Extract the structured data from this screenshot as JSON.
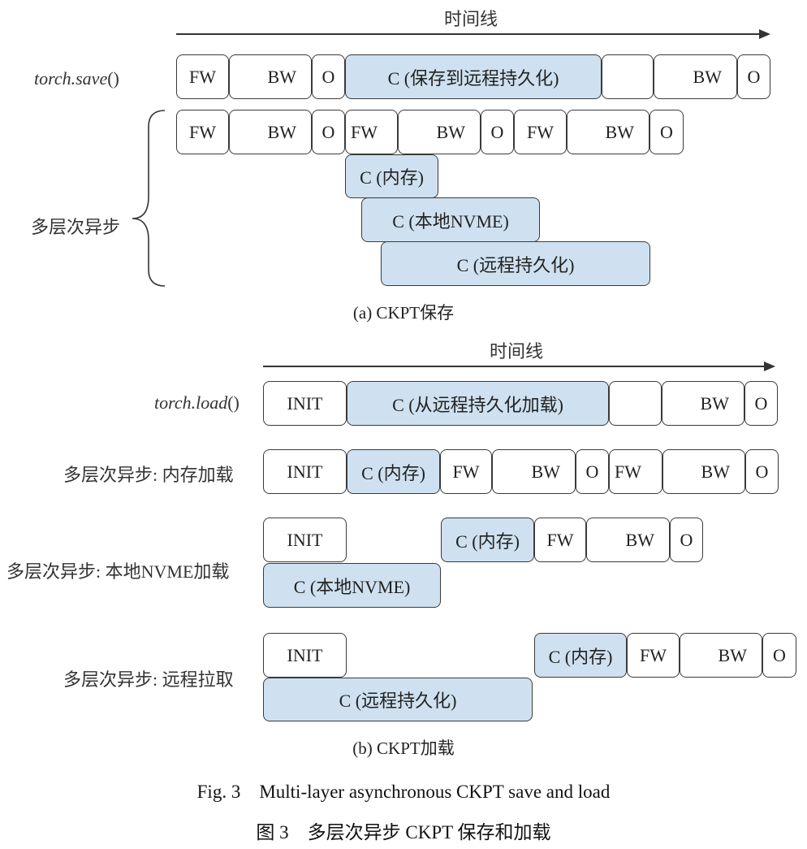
{
  "timeline_label": "时间线",
  "save": {
    "subcaption": "(a)  CKPT保存",
    "row1_label_italic": "torch.save",
    "row1_label_suffix": "()",
    "row2_label": "多层次异步",
    "row1": [
      "FW",
      "BW",
      "O",
      "C (保存到远程持久化)",
      "",
      "BW",
      "O"
    ],
    "row2": [
      "FW",
      "BW",
      "O",
      "FW",
      "BW",
      "O",
      "FW",
      "BW",
      "O"
    ],
    "tiers": [
      "C (内存)",
      "C (本地NVME)",
      "C (远程持久化)"
    ]
  },
  "load": {
    "subcaption": "(b)  CKPT加载",
    "row1_label_italic": "torch.load",
    "row1_label_suffix": "()",
    "row1": [
      "INIT",
      "C (从远程持久化加载)",
      "",
      "BW",
      "O"
    ],
    "row2_label": "多层次异步: 内存加载",
    "row2": [
      "INIT",
      "C (内存)",
      "FW",
      "BW",
      "O",
      "FW",
      "BW",
      "O"
    ],
    "row3_label": "多层次异步: 本地NVME加载",
    "row3_top": [
      "INIT",
      "C (内存)",
      "FW",
      "BW",
      "O"
    ],
    "row3_bottom": "C (本地NVME)",
    "row4_label": "多层次异步: 远程拉取",
    "row4_top": [
      "INIT",
      "C (内存)",
      "FW",
      "BW",
      "O"
    ],
    "row4_bottom": "C (远程持久化)"
  },
  "caption_en": "Fig. 3    Multi-layer asynchronous CKPT save and load",
  "caption_zh": "图 3    多层次异步 CKPT 保存和加载",
  "colors": {
    "checkpoint_fill": "#cfe1f0",
    "border": "#3a3a3a"
  }
}
